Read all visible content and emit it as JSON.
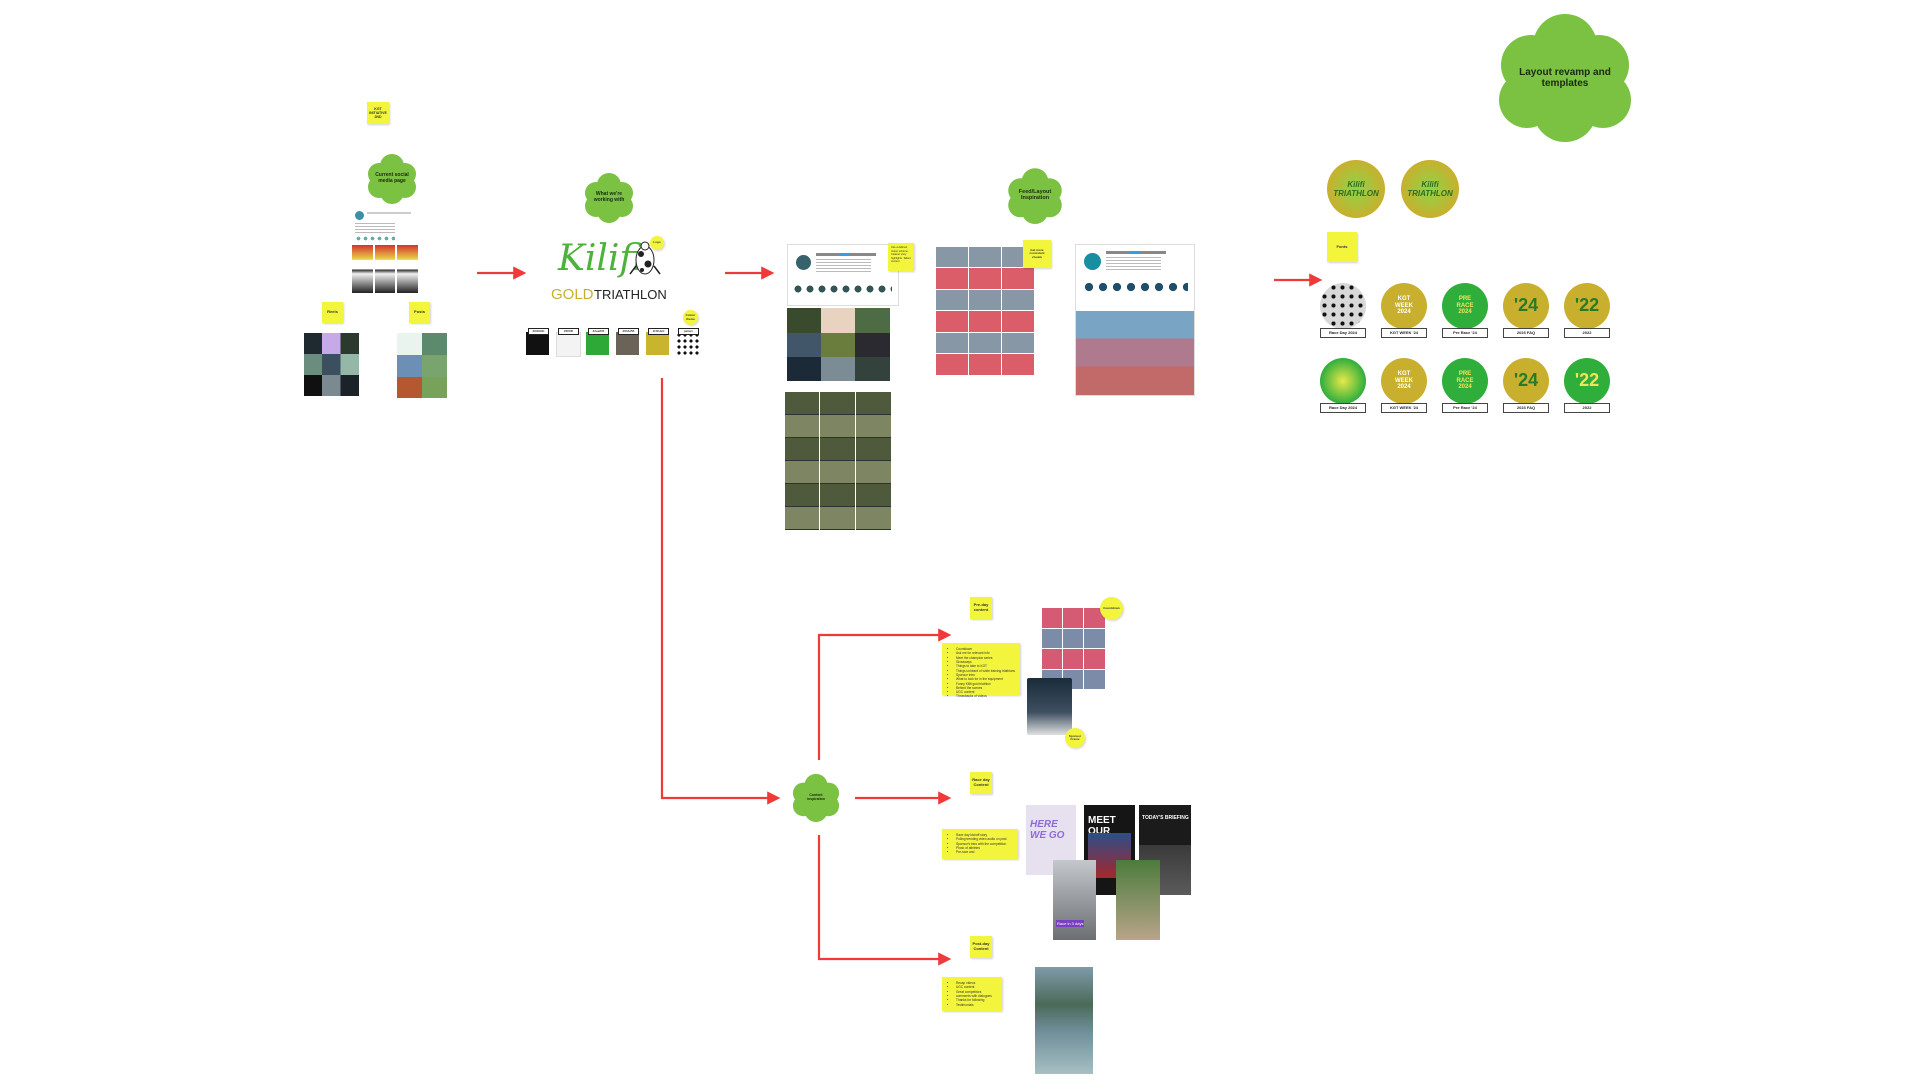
{
  "colors": {
    "accent_red": "#f03a3a",
    "cloud_green": "#7bc142",
    "sticky_yellow": "#f2f53c",
    "gold": "#c8b02e",
    "brand_green": "#2fae3c"
  },
  "top_cloud": {
    "label": "Layout revamp and templates"
  },
  "col1": {
    "sticky_top": "KGT INITIATIVE 2ND",
    "cloud": "Current social media page",
    "sticky_reels": "Reels",
    "sticky_posts": "Posts"
  },
  "col2": {
    "cloud": "What we're working with",
    "logo_word1": "Kilifi",
    "logo_gold": "GOLD",
    "logo_tri": "TRIATHLON",
    "sticky_logo": "Logo",
    "sticky_colour": "Colour theme",
    "swatches": [
      {
        "label": "#000000",
        "color": "#111111"
      },
      {
        "label": "#f0f0f0",
        "color": "#f3f3f3"
      },
      {
        "label": "#2ea836",
        "color": "#2ea836"
      },
      {
        "label": "#6b6258",
        "color": "#6b6258"
      },
      {
        "label": "#c9b42d",
        "color": "#c9b42d"
      },
      {
        "label": "pattern",
        "color": "pattern"
      }
    ]
  },
  "col3": {
    "cloud": "Feed/Layout Inspiration",
    "sticky_a": "Use a defined colour scheme. Cleaner story highlights. Tallent content",
    "sticky_b": "Get more consistent visuals"
  },
  "col4": {
    "sticky_fonts": "Fonts",
    "badges_row1": [
      {
        "label": "Race Day 2024",
        "text": "",
        "style": "cow"
      },
      {
        "label": "KGT WEEK '24",
        "text": "KGT WEEK 2024",
        "style": "gold"
      },
      {
        "label": "Pre Race '24",
        "text": "PRE RACE 2024",
        "style": "green"
      },
      {
        "label": "2023 FAQ",
        "text": "'24",
        "style": "gold"
      },
      {
        "label": "2022",
        "text": "'22",
        "style": "gold-cow"
      }
    ],
    "badges_row2": [
      {
        "label": "Race Day 2024",
        "text": "",
        "style": "radial"
      },
      {
        "label": "KGT WEEK '24",
        "text": "KGT WEEK 2024",
        "style": "gold"
      },
      {
        "label": "Pre Race '24",
        "text": "PRE RACE 2024",
        "style": "green"
      },
      {
        "label": "2023 FAQ",
        "text": "'24",
        "style": "gold-cow"
      },
      {
        "label": "2022",
        "text": "'22",
        "style": "green"
      }
    ],
    "logo_circle1": "Kilifi TRIATHLON",
    "logo_circle2": "Kilifi TRIATHLON"
  },
  "content": {
    "cloud": "Content inspiration",
    "preday": {
      "sticky": "Pre-day content",
      "list": [
        "Countdown",
        "Ask me for relevant info",
        "Meet the champion series",
        "Giveaways",
        "Things to take to KGT",
        "Things unheard of while training triathlons",
        "Sponsor intro",
        "What to look for in the equipment",
        "Funny Kilifi gold triathlon",
        "Behind the scenes",
        "UGC content",
        "Throwbacks of videos"
      ],
      "bubble_right": "Countdown",
      "bubble_bottom": "Sponsor Frame"
    },
    "raceday": {
      "sticky": "Race day Content",
      "list": [
        "Race day kickoff story",
        "Pulling trending video audio on post",
        "Sponsor's intro with the competition",
        "Photo of athletes",
        "Pre-race and"
      ],
      "story_texts": [
        "HERE WE GO",
        "MEET OUR",
        "TODAY'S BRIEFING",
        "Race in 3 days"
      ]
    },
    "postday": {
      "sticky": "Post-day Content",
      "list": [
        "Recap videos",
        "UGC content",
        "Great competitors",
        "comments with dialogues",
        "Thanks for following",
        "Testimonials"
      ]
    }
  }
}
